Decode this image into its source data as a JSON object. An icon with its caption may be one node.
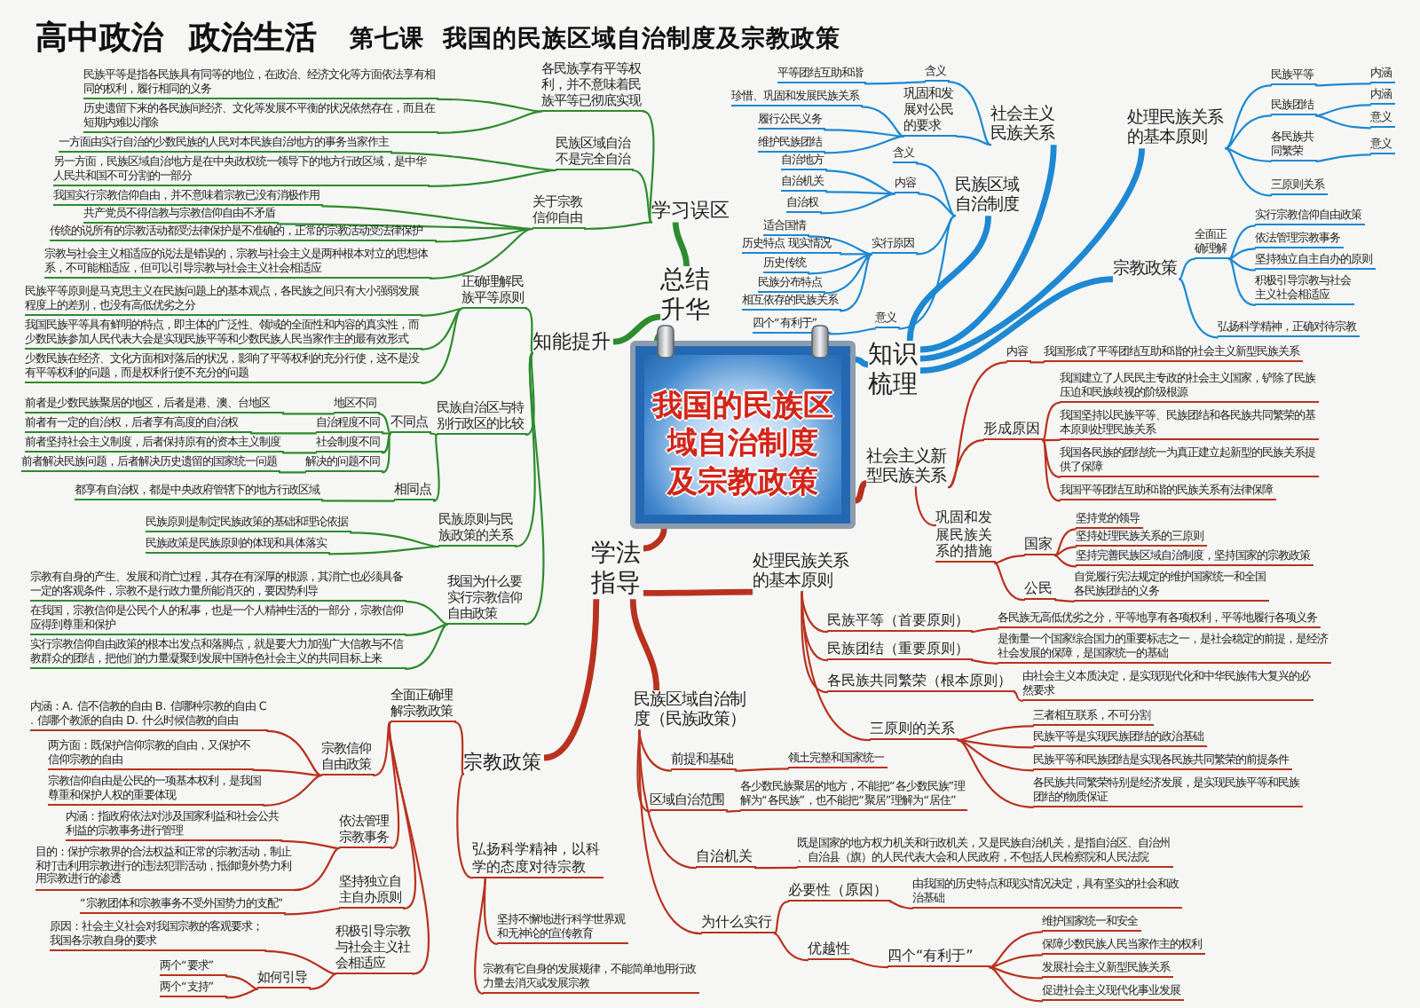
{
  "diagram": {
    "title": "高中政治 政治生活",
    "labels": [
      "第七课 我国的民族区域自治制度及宗教政策"
    ],
    "nodes": [
      {
        "text": [
          "我国的民族区域自治制度及宗教政策"
        ]
      },
      {
        "text": [
          "总结升华"
        ]
      },
      {
        "text": [
          "学习误区"
        ]
      },
      {
        "text": [
          "各民族享有平等权利，并不意味着民族平等已彻底实现"
        ]
      },
      {
        "text": [
          "民族平等是指各民族具有同等的地位，在政治、经济文化等方面依法享有相同的权利，履行相同的义务"
        ]
      },
      {
        "text": [
          "历史遗留下来的各民族间经济、文化等发展不平衡的状况依然存在，而且在短期内难以消除"
        ]
      },
      {
        "text": [
          "民族区域自治不是完全自治"
        ]
      },
      {
        "text": [
          "一方面由实行自治的少数民族的人民对本民族自治地方的事务当家作主"
        ]
      },
      {
        "text": [
          "另一方面，民族区域自治地方是在中央政权统一领导下的地方行政区域，是中华人民共和国不可分割的一部分"
        ]
      },
      {
        "text": [
          "关于宗教信仰自由"
        ]
      },
      {
        "text": [
          "我国实行宗教信仰自由，并不意味着宗教已没有消极作用"
        ]
      },
      {
        "text": [
          "共产党员不得信教与宗教信仰自由不矛盾"
        ]
      },
      {
        "text": [
          "传统的说所有的宗教活动都受法律保护是不准确的，正常的宗教活动受法律保护"
        ]
      },
      {
        "text": [
          "宗教与社会主义相适应的说法是错误的，宗教与社会主义是两种根本对立的思想体系，不可能相适应，但可以引导宗教与社会主义社会相适应"
        ]
      },
      {
        "text": [
          "知能提升"
        ]
      },
      {
        "text": [
          "正确理解民族平等原则"
        ]
      },
      {
        "text": [
          "民族平等原则是马克思主义在民族问题上的基本观点，各民族之间只有大小强弱发展程度上的差别，也没有高低优劣之分"
        ]
      },
      {
        "text": [
          "我国民族平等具有鲜明的特点，即主体的广泛性、领域的全面性和内容的真实性，而少数民族参加人民代表大会是实现民族平等和少数民族人民当家作主的最有效形式"
        ]
      },
      {
        "text": [
          "少数民族在经济、文化方面相对落后的状况，影响了平等权利的充分行使，这不是没有平等权利的问题，而是权利行使不充分的问题"
        ]
      },
      {
        "text": [
          "民族自治区与特别行政区的比较"
        ]
      },
      {
        "text": [
          "不同点"
        ]
      },
      {
        "text": [
          "地区不同"
        ]
      },
      {
        "text": [
          "前者是少数民族聚居的地区，后者是港、澳、台地区"
        ]
      },
      {
        "text": [
          "自治程度不同"
        ]
      },
      {
        "text": [
          "前者有一定的自治权，后者享有高度的自治权"
        ]
      },
      {
        "text": [
          "社会制度不同"
        ]
      },
      {
        "text": [
          "前者坚持社会主义制度，后者保持原有的资本主义制度"
        ]
      },
      {
        "text": [
          "解决的问题不同"
        ]
      },
      {
        "text": [
          "前者解决民族问题，后者解决历史遗留的国家统一问题"
        ]
      },
      {
        "text": [
          "相同点"
        ]
      },
      {
        "text": [
          "都享有自治权，都是中央政府管辖下的地方行政区域"
        ]
      },
      {
        "text": [
          "民族原则与民族政策的关系"
        ]
      },
      {
        "text": [
          "民族原则是制定民族政策的基础和理论依据"
        ]
      },
      {
        "text": [
          "民族政策是民族原则的体现和具体落实"
        ]
      },
      {
        "text": [
          "我国为什么要实行宗教信仰自由政策"
        ]
      },
      {
        "text": [
          "宗教有自身的产生、发展和消亡过程，其存在有深厚的根源，其消亡也必须具备一定的客观条件，宗教不是行政力量所能消灭的，要因势利导"
        ]
      },
      {
        "text": [
          "在我国，宗教信仰是公民个人的私事，也是一个人精神生活的一部分，宗教信仰应得到尊重和保护"
        ]
      },
      {
        "text": [
          "实行宗教信仰自由政策的根本出发点和落脚点，就是要大力加强广大信教与不信教群众的团结，把他们的力量凝聚到发展中国特色社会主义的共同目标上来"
        ]
      },
      {
        "text": [
          "知识梳理"
        ]
      },
      {
        "text": [
          "社会主义民族关系"
        ]
      },
      {
        "text": [
          "含义"
        ]
      },
      {
        "text": [
          "平等团结互助和谐"
        ]
      },
      {
        "text": [
          "巩固和发展对公民的要求"
        ]
      },
      {
        "text": [
          "珍惜、巩固和发展民族关系"
        ]
      },
      {
        "text": [
          "履行公民义务"
        ]
      },
      {
        "text": [
          "维护民族团结"
        ]
      },
      {
        "text": [
          "民族区域自治制度"
        ]
      },
      {
        "text": [
          "含义"
        ]
      },
      {
        "text": [
          "内容"
        ]
      },
      {
        "text": [
          "自治地方"
        ]
      },
      {
        "text": [
          "自治机关"
        ]
      },
      {
        "text": [
          "自治权"
        ]
      },
      {
        "text": [
          "实行原因"
        ]
      },
      {
        "text": [
          "适合国情"
        ]
      },
      {
        "text": [
          "历史特点 现实情况"
        ]
      },
      {
        "text": [
          "历史传统"
        ]
      },
      {
        "text": [
          "民族分布特点"
        ]
      },
      {
        "text": [
          "相互依存的民族关系"
        ]
      },
      {
        "text": [
          "意义"
        ]
      },
      {
        "text": [
          "四个“有利于”"
        ]
      },
      {
        "text": [
          "处理民族关系的基本原则"
        ]
      },
      {
        "text": [
          "民族平等"
        ]
      },
      {
        "text": [
          "内涵"
        ]
      },
      {
        "text": [
          "民族团结"
        ]
      },
      {
        "text": [
          "内涵"
        ]
      },
      {
        "text": [
          "意义"
        ]
      },
      {
        "text": [
          "各民族共同繁荣"
        ]
      },
      {
        "text": [
          "意义"
        ]
      },
      {
        "text": [
          "三原则关系"
        ]
      },
      {
        "text": [
          "宗教政策"
        ]
      },
      {
        "text": [
          "全面正确理解"
        ]
      },
      {
        "text": [
          "实行宗教信仰自由政策"
        ]
      },
      {
        "text": [
          "依法管理宗教事务"
        ]
      },
      {
        "text": [
          "坚持独立自主自办的原则"
        ]
      },
      {
        "text": [
          "积极引导宗教与社会主义社会相适应"
        ]
      },
      {
        "text": [
          "弘扬科学精神，正确对待宗教"
        ]
      },
      {
        "text": [
          "社会主义新型民族关系"
        ]
      },
      {
        "text": [
          "内容"
        ]
      },
      {
        "text": [
          "我国形成了平等团结互助和谐的社会主义新型民族关系"
        ]
      },
      {
        "text": [
          "形成原因"
        ]
      },
      {
        "text": [
          "我国建立了人民民主专政的社会主义国家，铲除了民族压迫和民族歧视的阶级根源"
        ]
      },
      {
        "text": [
          "我国坚持以民族平等、民族团结和各民族共同繁荣的基本原则处理民族关系"
        ]
      },
      {
        "text": [
          "我国各民族的团结统一为真正建立起新型的民族关系提供了保障"
        ]
      },
      {
        "text": [
          "我国平等团结互助和谐的民族关系有法律保障"
        ]
      },
      {
        "text": [
          "巩固和发展民族关系的措施"
        ]
      },
      {
        "text": [
          "国家"
        ]
      },
      {
        "text": [
          "坚持党的领导"
        ]
      },
      {
        "text": [
          "坚持处理民族关系的三原则"
        ]
      },
      {
        "text": [
          "坚持完善民族区域自治制度，坚持国家的宗教政策"
        ]
      },
      {
        "text": [
          "公民"
        ]
      },
      {
        "text": [
          "自觉履行宪法规定的维护国家统一和全国各民族团结的义务"
        ]
      },
      {
        "text": [
          "学法指导"
        ]
      },
      {
        "text": [
          "处理民族关系的基本原则"
        ]
      },
      {
        "text": [
          "民族平等（首要原则）"
        ]
      },
      {
        "text": [
          "各民族无高低优劣之分，平等地享有各项权利，平等地履行各项义务"
        ]
      },
      {
        "text": [
          "民族团结（重要原则）"
        ]
      },
      {
        "text": [
          "是衡量一个国家综合国力的重要标志之一，是社会稳定的前提，是经济社会发展的保障，是国家统一的基础"
        ]
      },
      {
        "text": [
          "各民族共同繁荣（根本原则）"
        ]
      },
      {
        "text": [
          "由社会主义本质决定，是实现现代化和中华民族伟大复兴的必然要求"
        ]
      },
      {
        "text": [
          "三原则的关系"
        ]
      },
      {
        "text": [
          "三者相互联系，不可分割"
        ]
      },
      {
        "text": [
          "民族平等是实现民族团结的政治基础"
        ]
      },
      {
        "text": [
          "民族平等和民族团结是实现各民族共同繁荣的前提条件"
        ]
      },
      {
        "text": [
          "各民族共同繁荣特别是经济发展，是实现民族平等和民族团结的物质保证"
        ]
      },
      {
        "text": [
          "民族区域自治制度（民族政策）"
        ]
      },
      {
        "text": [
          "前提和基础"
        ]
      },
      {
        "text": [
          "领土完整和国家统一"
        ]
      },
      {
        "text": [
          "区域自治范围"
        ]
      },
      {
        "text": [
          "各少数民族聚居的地方，不能把“各少数民族”理解为“各民族”，也不能把“聚居”理解为“居住”"
        ]
      },
      {
        "text": [
          "自治机关"
        ]
      },
      {
        "text": [
          "既是国家的地方权力机关和行政机关，又是民族自治机关，是指自治区、自治州、自治县（旗）的人民代表大会和人民政府，不包括人民检察院和人民法院"
        ]
      },
      {
        "text": [
          "为什么实行"
        ]
      },
      {
        "text": [
          "必要性（原因）"
        ]
      },
      {
        "text": [
          "由我国的历史特点和现实情况决定，具有坚实的社会和政治基础"
        ]
      },
      {
        "text": [
          "优越性"
        ]
      },
      {
        "text": [
          "四个“有利于”"
        ]
      },
      {
        "text": [
          "维护国家统一和安全"
        ]
      },
      {
        "text": [
          "保障少数民族人民当家作主的权利"
        ]
      },
      {
        "text": [
          "发展社会主义新型民族关系"
        ]
      },
      {
        "text": [
          "促进社会主义现代化事业发展"
        ]
      },
      {
        "text": [
          "宗教政策"
        ]
      },
      {
        "text": [
          "全面正确理解宗教政策"
        ]
      },
      {
        "text": [
          "宗教信仰自由政策"
        ]
      },
      {
        "text": [
          "内涵：A. 信不信教的自由 B. 信哪种宗教的自由 C. 信哪个教派的自由 D. 什么时候信教的自由"
        ]
      },
      {
        "text": [
          "两方面：既保护信仰宗教的自由，又保护不信仰宗教的自由"
        ]
      },
      {
        "text": [
          "宗教信仰自由是公民的一项基本权利，是我国尊重和保护人权的重要体现"
        ]
      },
      {
        "text": [
          "依法管理宗教事务"
        ]
      },
      {
        "text": [
          "内涵：指政府依法对涉及国家利益和社会公共利益的宗教事务进行管理"
        ]
      },
      {
        "text": [
          "目的：保护宗教界的合法权益和正常的宗教活动，制止和打击利用宗教进行的违法犯罪活动，抵御境外势力利用宗教进行的渗透"
        ]
      },
      {
        "text": [
          "坚持独立自主自办原则"
        ]
      },
      {
        "text": [
          "“宗教团体和宗教事务不受外国势力的支配”"
        ]
      },
      {
        "text": [
          "积极引导宗教与社会主义社会相适应"
        ]
      },
      {
        "text": [
          "原因：社会主义社会对我国宗教的客观要求；我国各宗教自身的要求"
        ]
      },
      {
        "text": [
          "如何引导"
        ]
      },
      {
        "text": [
          "两个“要求”"
        ]
      },
      {
        "text": [
          "两个“支持”"
        ]
      },
      {
        "text": [
          "弘扬科学精神，以科学的态度对待宗教"
        ]
      },
      {
        "text": [
          "坚持不懈地进行科学世界观和无神论的宣传教育"
        ]
      },
      {
        "text": [
          "宗教有它自身的发展规律，不能简单地用行政力量去消灭或发展宗教"
        ]
      }
    ],
    "edges": [
      {
        "from": 0,
        "to": 1,
        "arrow": "none",
        "style": "thick",
        "color": "#2e8b2e"
      },
      {
        "from": 1,
        "to": 2,
        "arrow": "none",
        "style": "thick",
        "color": "#2e8b2e"
      },
      {
        "from": 2,
        "to": 3,
        "arrow": "none",
        "color": "#2e8b2e"
      },
      {
        "from": 3,
        "to": 4,
        "arrow": "none",
        "color": "#2e8b2e"
      },
      {
        "from": 3,
        "to": 5,
        "arrow": "none",
        "color": "#2e8b2e"
      },
      {
        "from": 2,
        "to": 6,
        "arrow": "none",
        "color": "#2e8b2e"
      },
      {
        "from": 6,
        "to": 7,
        "arrow": "none",
        "color": "#2e8b2e"
      },
      {
        "from": 6,
        "to": 8,
        "arrow": "none",
        "color": "#2e8b2e"
      },
      {
        "from": 2,
        "to": 9,
        "arrow": "none",
        "color": "#2e8b2e"
      },
      {
        "from": 9,
        "to": 10,
        "arrow": "none",
        "color": "#2e8b2e"
      },
      {
        "from": 9,
        "to": 11,
        "arrow": "none",
        "color": "#2e8b2e"
      },
      {
        "from": 9,
        "to": 12,
        "arrow": "none",
        "color": "#2e8b2e"
      },
      {
        "from": 9,
        "to": 13,
        "arrow": "none",
        "color": "#2e8b2e"
      },
      {
        "from": 1,
        "to": 14,
        "arrow": "none",
        "style": "thick",
        "color": "#2e8b2e"
      },
      {
        "from": 14,
        "to": 15,
        "arrow": "none",
        "color": "#2e8b2e"
      },
      {
        "from": 15,
        "to": 16,
        "arrow": "none",
        "color": "#2e8b2e"
      },
      {
        "from": 15,
        "to": 17,
        "arrow": "none",
        "color": "#2e8b2e"
      },
      {
        "from": 15,
        "to": 18,
        "arrow": "none",
        "color": "#2e8b2e"
      },
      {
        "from": 14,
        "to": 19,
        "arrow": "none",
        "color": "#2e8b2e"
      },
      {
        "from": 19,
        "to": 20,
        "arrow": "none",
        "color": "#2e8b2e"
      },
      {
        "from": 20,
        "to": 21,
        "arrow": "none",
        "color": "#2e8b2e"
      },
      {
        "from": 21,
        "to": 22,
        "arrow": "none",
        "color": "#2e8b2e"
      },
      {
        "from": 20,
        "to": 23,
        "arrow": "none",
        "color": "#2e8b2e"
      },
      {
        "from": 23,
        "to": 24,
        "arrow": "none",
        "color": "#2e8b2e"
      },
      {
        "from": 20,
        "to": 25,
        "arrow": "none",
        "color": "#2e8b2e"
      },
      {
        "from": 25,
        "to": 26,
        "arrow": "none",
        "color": "#2e8b2e"
      },
      {
        "from": 20,
        "to": 27,
        "arrow": "none",
        "color": "#2e8b2e"
      },
      {
        "from": 27,
        "to": 28,
        "arrow": "none",
        "color": "#2e8b2e"
      },
      {
        "from": 19,
        "to": 29,
        "arrow": "none",
        "color": "#2e8b2e"
      },
      {
        "from": 29,
        "to": 30,
        "arrow": "none",
        "color": "#2e8b2e"
      },
      {
        "from": 14,
        "to": 31,
        "arrow": "none",
        "color": "#2e8b2e"
      },
      {
        "from": 31,
        "to": 32,
        "arrow": "none",
        "color": "#2e8b2e"
      },
      {
        "from": 31,
        "to": 33,
        "arrow": "none",
        "color": "#2e8b2e"
      },
      {
        "from": 14,
        "to": 34,
        "arrow": "none",
        "color": "#2e8b2e"
      },
      {
        "from": 34,
        "to": 35,
        "arrow": "none",
        "color": "#2e8b2e"
      },
      {
        "from": 34,
        "to": 36,
        "arrow": "none",
        "color": "#2e8b2e"
      },
      {
        "from": 34,
        "to": 37,
        "arrow": "none",
        "color": "#2e8b2e"
      },
      {
        "from": 0,
        "to": 38,
        "arrow": "none",
        "style": "thick",
        "color": "#1e88d2"
      },
      {
        "from": 38,
        "to": 39,
        "arrow": "none",
        "style": "thick",
        "color": "#1e88d2"
      },
      {
        "from": 39,
        "to": 40,
        "arrow": "none",
        "color": "#1e88d2"
      },
      {
        "from": 40,
        "to": 41,
        "arrow": "none",
        "color": "#1e88d2"
      },
      {
        "from": 39,
        "to": 42,
        "arrow": "none",
        "color": "#1e88d2"
      },
      {
        "from": 42,
        "to": 43,
        "arrow": "none",
        "color": "#1e88d2"
      },
      {
        "from": 42,
        "to": 44,
        "arrow": "none",
        "color": "#1e88d2"
      },
      {
        "from": 42,
        "to": 45,
        "arrow": "none",
        "color": "#1e88d2"
      },
      {
        "from": 38,
        "to": 46,
        "arrow": "none",
        "style": "thick",
        "color": "#1e88d2"
      },
      {
        "from": 46,
        "to": 47,
        "arrow": "none",
        "color": "#1e88d2"
      },
      {
        "from": 46,
        "to": 48,
        "arrow": "none",
        "color": "#1e88d2"
      },
      {
        "from": 48,
        "to": 49,
        "arrow": "none",
        "color": "#1e88d2"
      },
      {
        "from": 48,
        "to": 50,
        "arrow": "none",
        "color": "#1e88d2"
      },
      {
        "from": 48,
        "to": 51,
        "arrow": "none",
        "color": "#1e88d2"
      },
      {
        "from": 46,
        "to": 52,
        "arrow": "none",
        "color": "#1e88d2"
      },
      {
        "from": 52,
        "to": 53,
        "arrow": "none",
        "color": "#1e88d2"
      },
      {
        "from": 52,
        "to": 54,
        "arrow": "none",
        "color": "#1e88d2"
      },
      {
        "from": 52,
        "to": 55,
        "arrow": "none",
        "color": "#1e88d2"
      },
      {
        "from": 52,
        "to": 56,
        "arrow": "none",
        "color": "#1e88d2"
      },
      {
        "from": 52,
        "to": 57,
        "arrow": "none",
        "color": "#1e88d2"
      },
      {
        "from": 46,
        "to": 58,
        "arrow": "none",
        "color": "#1e88d2"
      },
      {
        "from": 58,
        "to": 59,
        "arrow": "none",
        "color": "#1e88d2"
      },
      {
        "from": 38,
        "to": 60,
        "arrow": "none",
        "style": "thick",
        "color": "#1e88d2"
      },
      {
        "from": 60,
        "to": 61,
        "arrow": "none",
        "color": "#1e88d2"
      },
      {
        "from": 61,
        "to": 62,
        "arrow": "none",
        "color": "#1e88d2"
      },
      {
        "from": 60,
        "to": 63,
        "arrow": "none",
        "color": "#1e88d2"
      },
      {
        "from": 63,
        "to": 64,
        "arrow": "none",
        "color": "#1e88d2"
      },
      {
        "from": 63,
        "to": 65,
        "arrow": "none",
        "color": "#1e88d2"
      },
      {
        "from": 60,
        "to": 66,
        "arrow": "none",
        "color": "#1e88d2"
      },
      {
        "from": 66,
        "to": 67,
        "arrow": "none",
        "color": "#1e88d2"
      },
      {
        "from": 60,
        "to": 68,
        "arrow": "none",
        "color": "#1e88d2"
      },
      {
        "from": 38,
        "to": 69,
        "arrow": "none",
        "style": "thick",
        "color": "#1e88d2"
      },
      {
        "from": 69,
        "to": 70,
        "arrow": "none",
        "color": "#1e88d2"
      },
      {
        "from": 70,
        "to": 71,
        "arrow": "none",
        "color": "#1e88d2"
      },
      {
        "from": 70,
        "to": 72,
        "arrow": "none",
        "color": "#1e88d2"
      },
      {
        "from": 70,
        "to": 73,
        "arrow": "none",
        "color": "#1e88d2"
      },
      {
        "from": 70,
        "to": 74,
        "arrow": "none",
        "color": "#1e88d2"
      },
      {
        "from": 69,
        "to": 75,
        "arrow": "none",
        "color": "#1e88d2"
      },
      {
        "from": 0,
        "to": 76,
        "arrow": "none",
        "style": "thick"
      },
      {
        "from": 76,
        "to": 77,
        "arrow": "none"
      },
      {
        "from": 77,
        "to": 78,
        "arrow": "none"
      },
      {
        "from": 76,
        "to": 79,
        "arrow": "none"
      },
      {
        "from": 79,
        "to": 80,
        "arrow": "none"
      },
      {
        "from": 79,
        "to": 81,
        "arrow": "none"
      },
      {
        "from": 79,
        "to": 82,
        "arrow": "none"
      },
      {
        "from": 79,
        "to": 83,
        "arrow": "none"
      },
      {
        "from": 76,
        "to": 84,
        "arrow": "none"
      },
      {
        "from": 84,
        "to": 85,
        "arrow": "none"
      },
      {
        "from": 85,
        "to": 86,
        "arrow": "none"
      },
      {
        "from": 85,
        "to": 87,
        "arrow": "none"
      },
      {
        "from": 85,
        "to": 88,
        "arrow": "none"
      },
      {
        "from": 84,
        "to": 89,
        "arrow": "none"
      },
      {
        "from": 89,
        "to": 90,
        "arrow": "none"
      },
      {
        "from": 0,
        "to": 91,
        "arrow": "none",
        "style": "thick"
      },
      {
        "from": 91,
        "to": 92,
        "arrow": "none",
        "style": "thick"
      },
      {
        "from": 92,
        "to": 93,
        "arrow": "none"
      },
      {
        "from": 93,
        "to": 94,
        "arrow": "none"
      },
      {
        "from": 92,
        "to": 95,
        "arrow": "none"
      },
      {
        "from": 95,
        "to": 96,
        "arrow": "none"
      },
      {
        "from": 92,
        "to": 97,
        "arrow": "none"
      },
      {
        "from": 97,
        "to": 98,
        "arrow": "none"
      },
      {
        "from": 92,
        "to": 99,
        "arrow": "none"
      },
      {
        "from": 99,
        "to": 100,
        "arrow": "none"
      },
      {
        "from": 99,
        "to": 101,
        "arrow": "none"
      },
      {
        "from": 99,
        "to": 102,
        "arrow": "none"
      },
      {
        "from": 99,
        "to": 103,
        "arrow": "none"
      },
      {
        "from": 91,
        "to": 104,
        "arrow": "none",
        "style": "thick"
      },
      {
        "from": 104,
        "to": 105,
        "arrow": "none"
      },
      {
        "from": 105,
        "to": 106,
        "arrow": "none"
      },
      {
        "from": 104,
        "to": 107,
        "arrow": "none"
      },
      {
        "from": 107,
        "to": 108,
        "arrow": "none"
      },
      {
        "from": 104,
        "to": 109,
        "arrow": "none"
      },
      {
        "from": 109,
        "to": 110,
        "arrow": "none"
      },
      {
        "from": 104,
        "to": 111,
        "arrow": "none"
      },
      {
        "from": 111,
        "to": 112,
        "arrow": "none"
      },
      {
        "from": 112,
        "to": 113,
        "arrow": "none"
      },
      {
        "from": 111,
        "to": 114,
        "arrow": "none"
      },
      {
        "from": 114,
        "to": 115,
        "arrow": "none"
      },
      {
        "from": 115,
        "to": 116,
        "arrow": "none"
      },
      {
        "from": 115,
        "to": 117,
        "arrow": "none"
      },
      {
        "from": 115,
        "to": 118,
        "arrow": "none"
      },
      {
        "from": 115,
        "to": 119,
        "arrow": "none"
      },
      {
        "from": 91,
        "to": 120,
        "arrow": "none",
        "style": "thick"
      },
      {
        "from": 120,
        "to": 121,
        "arrow": "none"
      },
      {
        "from": 121,
        "to": 122,
        "arrow": "none"
      },
      {
        "from": 122,
        "to": 123,
        "arrow": "none"
      },
      {
        "from": 122,
        "to": 124,
        "arrow": "none"
      },
      {
        "from": 122,
        "to": 125,
        "arrow": "none"
      },
      {
        "from": 121,
        "to": 126,
        "arrow": "none"
      },
      {
        "from": 126,
        "to": 127,
        "arrow": "none"
      },
      {
        "from": 126,
        "to": 128,
        "arrow": "none"
      },
      {
        "from": 121,
        "to": 129,
        "arrow": "none"
      },
      {
        "from": 129,
        "to": 130,
        "arrow": "none"
      },
      {
        "from": 121,
        "to": 131,
        "arrow": "none"
      },
      {
        "from": 131,
        "to": 132,
        "arrow": "none"
      },
      {
        "from": 131,
        "to": 133,
        "arrow": "none"
      },
      {
        "from": 133,
        "to": 134,
        "arrow": "none"
      },
      {
        "from": 133,
        "to": 135,
        "arrow": "none"
      },
      {
        "from": 120,
        "to": 136,
        "arrow": "none"
      },
      {
        "from": 136,
        "to": 137,
        "arrow": "none"
      },
      {
        "from": 136,
        "to": 138,
        "arrow": "none"
      }
    ]
  }
}
